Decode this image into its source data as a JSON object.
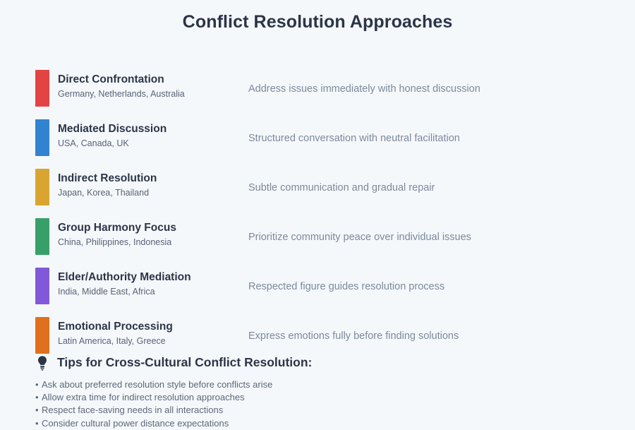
{
  "title": "Conflict Resolution Approaches",
  "colors": {
    "background": "#f5f8fb",
    "title_text": "#2c3547",
    "name_text": "#2c3547",
    "region_text": "#586275",
    "description_text": "#7c899c",
    "tip_text": "#5d6878"
  },
  "approaches": [
    {
      "name": "Direct Confrontation",
      "regions": "Germany, Netherlands, Australia",
      "description": "Address issues immediately with honest discussion",
      "color": "#e34343"
    },
    {
      "name": "Mediated Discussion",
      "regions": "USA, Canada, UK",
      "description": "Structured conversation with neutral facilitation",
      "color": "#3183d0"
    },
    {
      "name": "Indirect Resolution",
      "regions": "Japan, Korea, Thailand",
      "description": "Subtle communication and gradual repair",
      "color": "#d9a430"
    },
    {
      "name": "Group Harmony Focus",
      "regions": "China, Philippines, Indonesia",
      "description": "Prioritize community peace over individual issues",
      "color": "#37a068"
    },
    {
      "name": "Elder/Authority Mediation",
      "regions": "India, Middle East, Africa",
      "description": "Respected figure guides resolution process",
      "color": "#8159d8"
    },
    {
      "name": "Emotional Processing",
      "regions": "Latin America, Italy, Greece",
      "description": "Express emotions fully before finding solutions",
      "color": "#e0701e"
    }
  ],
  "tips": {
    "icon": "lightbulb-icon",
    "heading": "Tips for Cross-Cultural Conflict Resolution:",
    "bullet_char": "•",
    "items": [
      "Ask about preferred resolution style before conflicts arise",
      "Allow extra time for indirect resolution approaches",
      "Respect face-saving needs in all interactions",
      "Consider cultural power distance expectations"
    ]
  }
}
